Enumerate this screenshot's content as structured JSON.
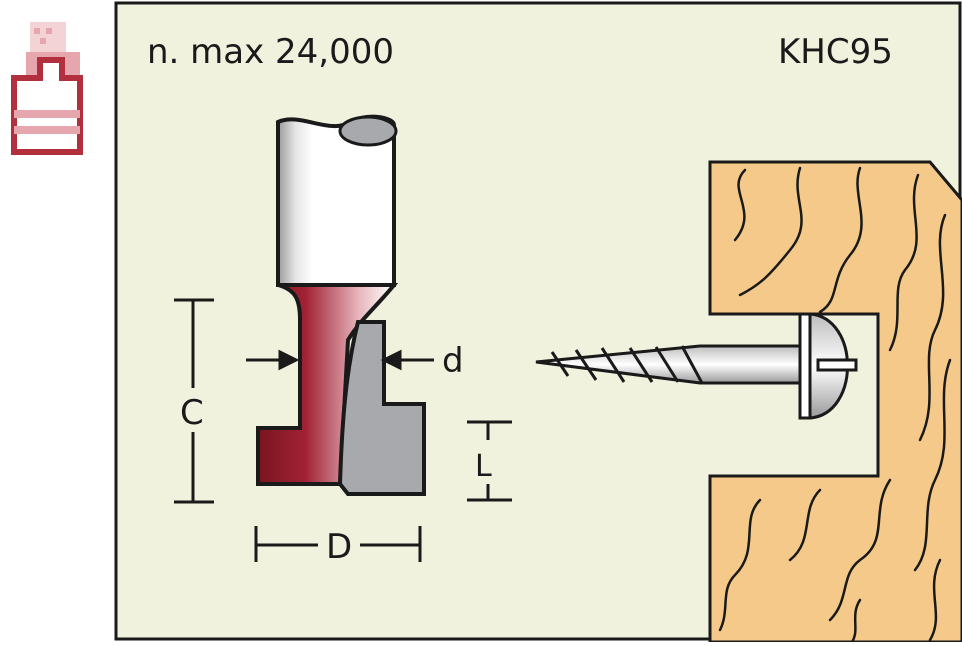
{
  "header": {
    "speed": "n. max 24,000",
    "code": "KHC95"
  },
  "dimensions": {
    "c": "C",
    "d_small": "d",
    "l": "L",
    "d_big": "D"
  },
  "colors": {
    "panel_bg": "#f1f2de",
    "wood": "#f5c98a",
    "cutter_red": "#9a1f2c",
    "cutter_gray": "#a7a9ac",
    "logo_red": "#b2303e"
  },
  "icons": {
    "logo": "router-bit-logo-icon",
    "screw": "screw-icon",
    "wood": "wood-block-icon"
  }
}
